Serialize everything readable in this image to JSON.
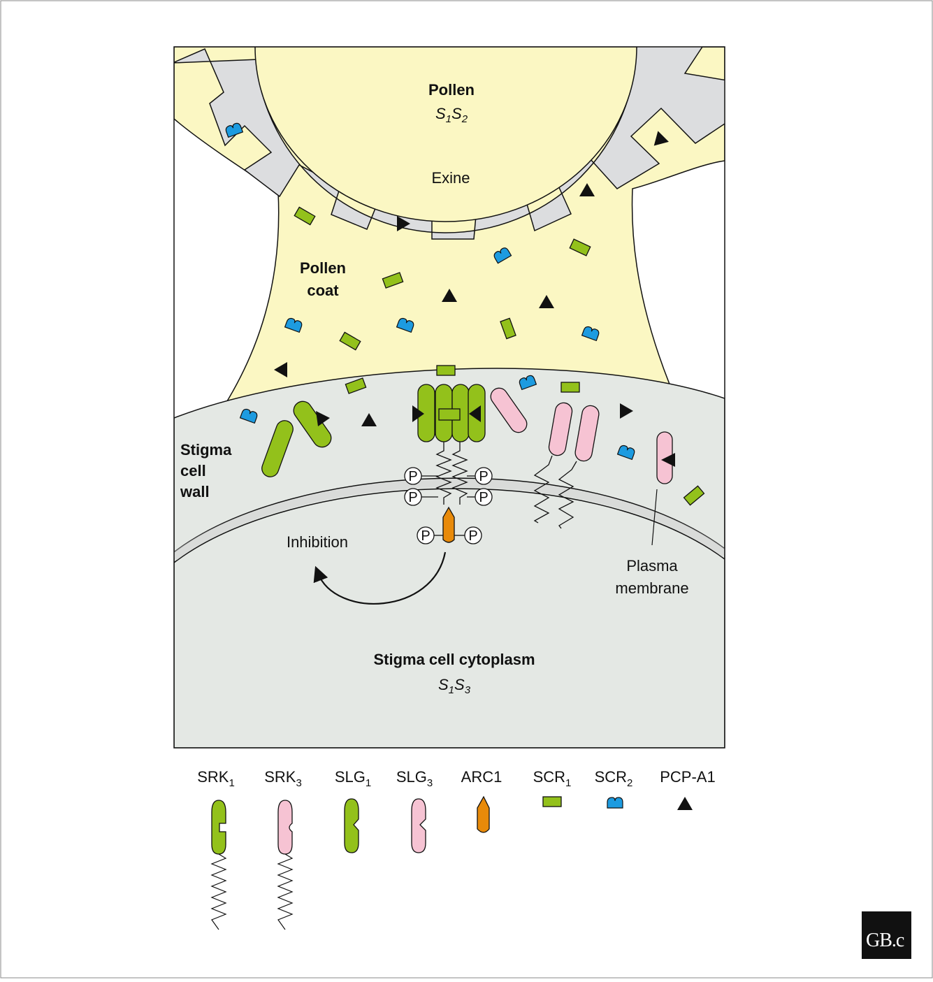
{
  "labels": {
    "pollen": "Pollen",
    "pollen_genotype": [
      "S",
      "1",
      "S",
      "2"
    ],
    "exine": "Exine",
    "pollen_coat_1": "Pollen",
    "pollen_coat_2": "coat",
    "stigma_wall_1": "Stigma",
    "stigma_wall_2": "cell",
    "stigma_wall_3": "wall",
    "phospho": "P",
    "inhibition": "Inhibition",
    "plasma_1": "Plasma",
    "plasma_2": "membrane",
    "cytoplasm": "Stigma cell cytoplasm",
    "cytoplasm_genotype": [
      "S",
      "1",
      "S",
      "3"
    ]
  },
  "legend": [
    {
      "name": "SRK",
      "sub": "1"
    },
    {
      "name": "SRK",
      "sub": "3"
    },
    {
      "name": "SLG",
      "sub": "1"
    },
    {
      "name": "SLG",
      "sub": "3"
    },
    {
      "name": "ARC1",
      "sub": ""
    },
    {
      "name": "SCR",
      "sub": "1"
    },
    {
      "name": "SCR",
      "sub": "2"
    },
    {
      "name": "PCP-A1",
      "sub": ""
    }
  ],
  "logo": "GB.c",
  "colors": {
    "pollen_fill": "#fbf7c3",
    "exine_fill": "#dcdddf",
    "cell_fill": "#e4e8e4",
    "green": "#93c11b",
    "pink": "#f6c3d3",
    "orange": "#e88a0a",
    "blue": "#1d9be0"
  }
}
